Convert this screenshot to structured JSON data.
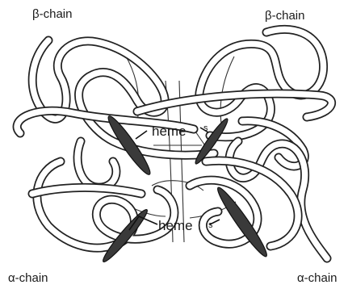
{
  "labels": {
    "beta_chain_left": "β-chain",
    "beta_chain_right": "β-chain",
    "alpha_chain_left": "α-chain",
    "alpha_chain_right": "α-chain",
    "heme_top": "heme",
    "heme_bottom": "heme",
    "s_top": "s",
    "s_bottom": "s"
  },
  "colors": {
    "background": "#ffffff",
    "outline": "#222222",
    "heme": "#3a3a3a"
  }
}
